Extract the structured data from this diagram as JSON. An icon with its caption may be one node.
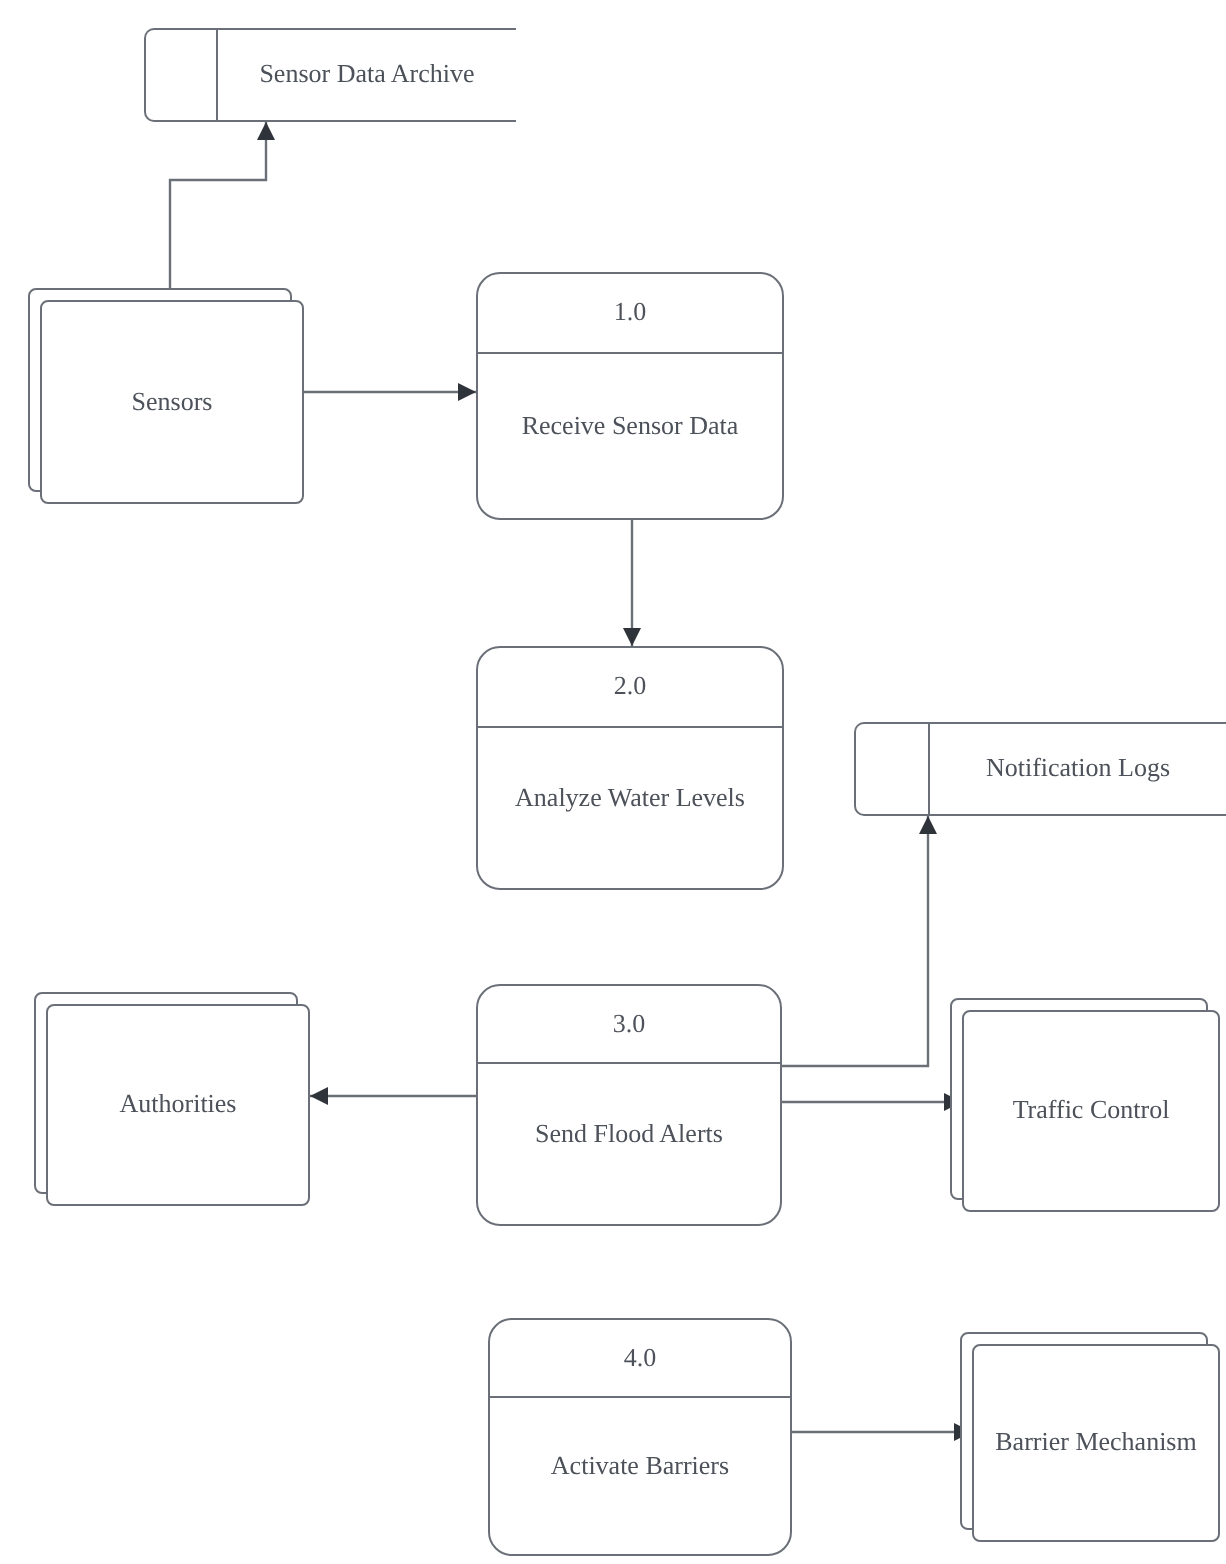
{
  "diagram": {
    "nodes": [
      {
        "text": [
          "Sensor Data Archive"
        ]
      },
      {
        "text": [
          "Sensors"
        ]
      },
      {
        "text": [
          "1.0",
          "Receive Sensor Data"
        ]
      },
      {
        "text": [
          "2.0",
          "Analyze Water Levels"
        ]
      },
      {
        "text": [
          "Notification Logs"
        ]
      },
      {
        "text": [
          "Authorities"
        ]
      },
      {
        "text": [
          "3.0",
          "Send Flood Alerts"
        ]
      },
      {
        "text": [
          "Traffic Control"
        ]
      },
      {
        "text": [
          "4.0",
          "Activate Barriers"
        ]
      },
      {
        "text": [
          "Barrier Mechanism"
        ]
      }
    ],
    "edges": [
      {
        "from": 1,
        "to": 0,
        "arrow": "to"
      },
      {
        "from": 1,
        "to": 2,
        "arrow": "to"
      },
      {
        "from": 2,
        "to": 3,
        "arrow": "to"
      },
      {
        "from": 6,
        "to": 4,
        "arrow": "to"
      },
      {
        "from": 6,
        "to": 5,
        "arrow": "to"
      },
      {
        "from": 6,
        "to": 7,
        "arrow": "to"
      },
      {
        "from": 8,
        "to": 9,
        "arrow": "to"
      }
    ]
  }
}
